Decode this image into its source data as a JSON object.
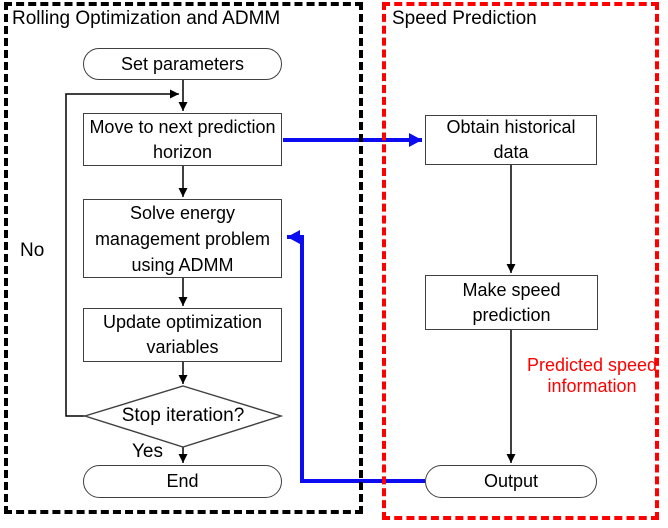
{
  "figure": {
    "type": "flowchart",
    "panels": {
      "rolling": {
        "title": "Rolling Optimization and ADMM"
      },
      "speed": {
        "title": "Speed Prediction"
      }
    },
    "nodes": {
      "set_parameters": {
        "label": "Set parameters",
        "shape": "stadium"
      },
      "move_horizon": {
        "label": "Move to next prediction horizon",
        "shape": "rect"
      },
      "solve_admm": {
        "label": "Solve energy management problem using ADMM",
        "shape": "rect"
      },
      "update_vars": {
        "label": "Update optimization variables",
        "shape": "rect"
      },
      "stop_iteration": {
        "label": "Stop iteration?",
        "shape": "diamond"
      },
      "end": {
        "label": "End",
        "shape": "stadium"
      },
      "obtain_data": {
        "label": "Obtain historical data",
        "shape": "rect"
      },
      "make_prediction": {
        "label": "Make speed prediction",
        "shape": "rect"
      },
      "output": {
        "label": "Output",
        "shape": "stadium"
      }
    },
    "edge_labels": {
      "no": "No",
      "yes": "Yes",
      "annotation": "Predicted speed information"
    },
    "colors": {
      "left_panel_border": "#000000",
      "right_panel_border": "#fe0000",
      "flow_arrow": "#000000",
      "cross_link_arrow": "#0b0cf0",
      "annotation_text": "#fe0000",
      "node_border": "#404040"
    }
  }
}
